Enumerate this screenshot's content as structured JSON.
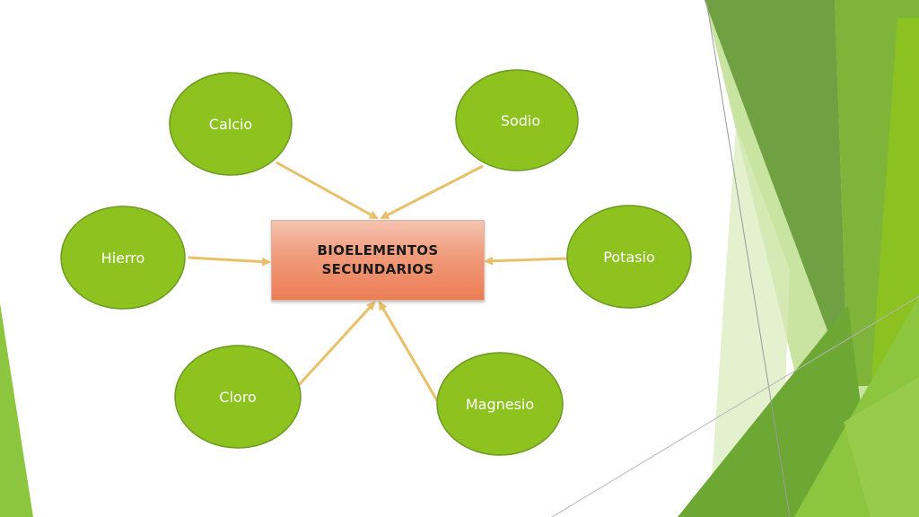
{
  "diagram": {
    "center": {
      "line1": "BIOELEMENTOS",
      "line2": "SECUNDARIOS"
    },
    "nodes": [
      {
        "id": "calcio",
        "label": "Calcio"
      },
      {
        "id": "sodio",
        "label": "Sodio"
      },
      {
        "id": "hierro",
        "label": "Hierro"
      },
      {
        "id": "potasio",
        "label": "Potasio"
      },
      {
        "id": "cloro",
        "label": "Cloro"
      },
      {
        "id": "magnesio",
        "label": "Magnesio"
      }
    ],
    "colors": {
      "node_fill": "#8dc21f",
      "node_stroke": "#6c9a22",
      "arrow": "#e8c06a",
      "center_fill": "#ee8a66",
      "accent_green": "#7cb533"
    }
  }
}
